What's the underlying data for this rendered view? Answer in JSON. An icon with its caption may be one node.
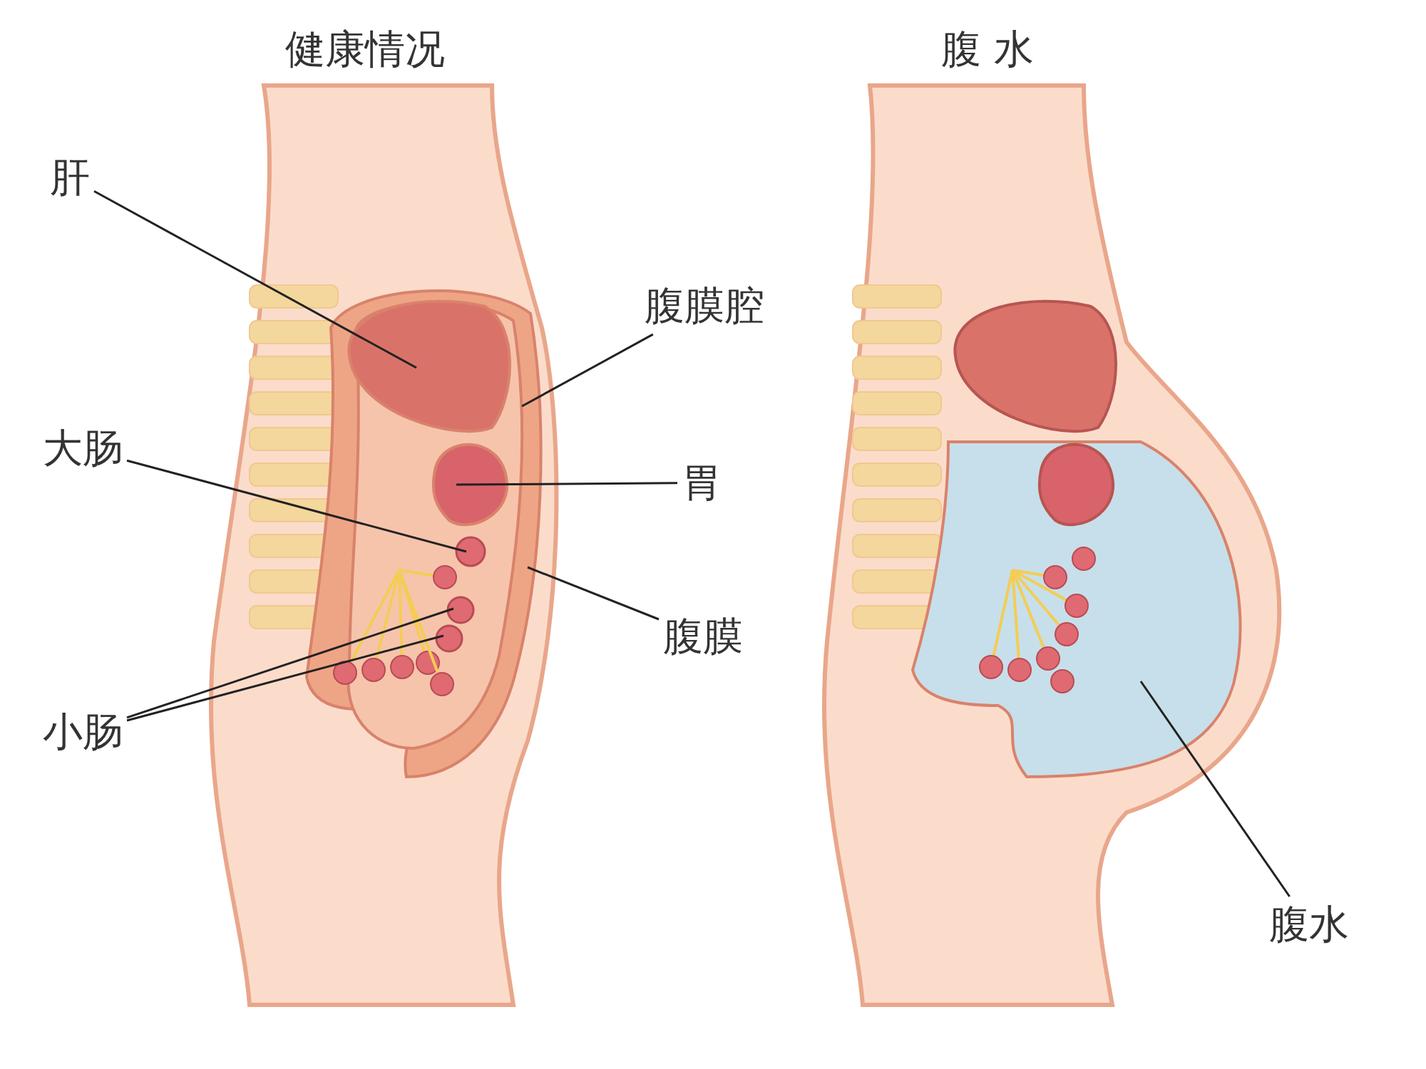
{
  "diagram": {
    "nodes": [
      {
        "text": [
          "肝"
        ]
      },
      {
        "text": [],
        "shape": "oval",
        "in": 3
      },
      {
        "text": [
          "腹膜腔"
        ]
      },
      {
        "text": [],
        "shape": "picture",
        "in": 9
      },
      {
        "text": [
          "大肠"
        ]
      },
      {
        "text": [],
        "shape": "circle",
        "in": 3
      },
      {
        "text": [
          "胃"
        ]
      },
      {
        "text": [],
        "shape": "oval",
        "in": 3
      },
      {
        "text": [
          "腹膜"
        ]
      },
      {
        "text": [],
        "shape": "picture"
      },
      {
        "text": [
          "小肠"
        ]
      },
      {
        "text": [],
        "shape": "circle",
        "in": 3
      },
      {
        "text": [],
        "shape": "circle",
        "in": 3
      },
      {
        "text": [
          "腹水"
        ]
      },
      {
        "text": [],
        "shape": "picture"
      }
    ],
    "edges": [
      {
        "from": 0,
        "to": 1,
        "arrow": "none"
      },
      {
        "from": 2,
        "to": 3,
        "arrow": "none"
      },
      {
        "from": 4,
        "to": 5,
        "arrow": "none"
      },
      {
        "from": 6,
        "to": 7,
        "arrow": "none"
      },
      {
        "from": 8,
        "to": 9,
        "arrow": "none"
      },
      {
        "from": 10,
        "to": 11,
        "arrow": "none"
      },
      {
        "from": 10,
        "to": 12,
        "arrow": "none"
      },
      {
        "from": 13,
        "to": 14,
        "arrow": "none"
      }
    ],
    "labels": [
      "健康情况",
      "腹 水"
    ]
  }
}
